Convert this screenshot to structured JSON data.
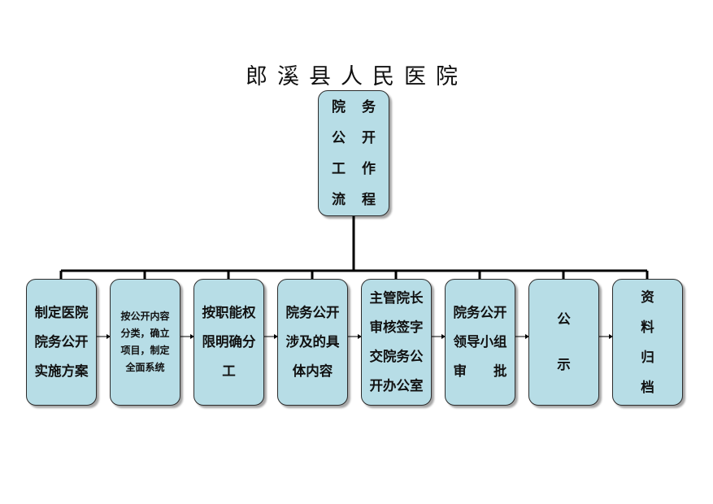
{
  "title": "郎溪县人民医院",
  "top_box": {
    "lines": [
      "院务",
      "公开",
      "工作",
      "流程"
    ]
  },
  "steps": [
    {
      "lines": [
        "制定医院",
        "院务公开",
        "实施方案"
      ]
    },
    {
      "lines": [
        "按公开内容",
        "分类，确立",
        "项目，制定",
        "全面系统"
      ]
    },
    {
      "lines": [
        "按职能权",
        "限明确分",
        "工"
      ]
    },
    {
      "lines": [
        "院务公开",
        "涉及的具",
        "体内容"
      ]
    },
    {
      "lines": [
        "主管院长",
        "审核签字",
        "交院务公",
        "开办公室"
      ]
    },
    {
      "lines": [
        "院务公开",
        "领导小组",
        "审　　批"
      ]
    },
    {
      "lines": [
        "公",
        "示"
      ]
    },
    {
      "lines": [
        "资",
        "料",
        "归",
        "档"
      ]
    }
  ]
}
